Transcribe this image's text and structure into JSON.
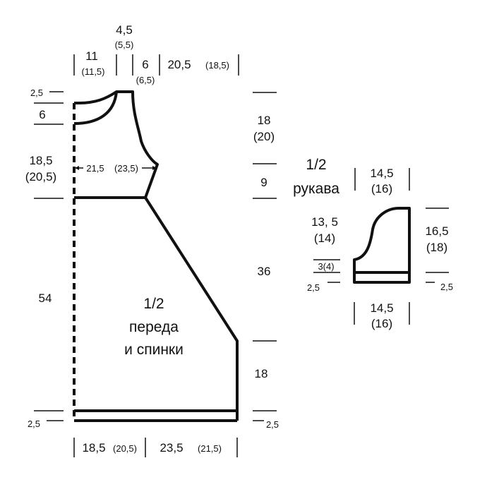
{
  "front_back": {
    "title_line1": "1/2",
    "title_line2": "переда",
    "title_line3": "и спинки",
    "top": {
      "neck_center": "4,5",
      "neck_center_alt": "(5,5)",
      "shoulder_left": "11",
      "shoulder_left_alt": "(11,5)",
      "shoulder_width": "6",
      "shoulder_width_alt": "(6,5)",
      "right_width": "20,5",
      "right_width_alt": "(18,5)"
    },
    "left": {
      "top_band": "2,5",
      "neck_depth": "6",
      "armhole_height": "18,5",
      "armhole_height_alt": "(20,5)",
      "body_height": "54",
      "bottom_band": "2,5"
    },
    "inner": {
      "chest_half": "21,5",
      "chest_half_alt": "(23,5)"
    },
    "right": {
      "armhole_depth": "18",
      "armhole_depth_alt": "(20)",
      "underarm": "9",
      "side_slope": "36",
      "side_straight": "18",
      "bottom_band": "2,5"
    },
    "bottom": {
      "left_width": "18,5",
      "left_width_alt": "(20,5)",
      "right_width": "23,5",
      "right_width_alt": "(21,5)"
    }
  },
  "sleeve": {
    "title_line1": "1/2",
    "title_line2": "рукава",
    "top_width": "14,5",
    "top_width_alt": "(16)",
    "cap_height": "13, 5",
    "cap_height_alt": "(14)",
    "cuff_left": "3(4)",
    "band_left": "2,5",
    "total_height": "16,5",
    "total_height_alt": "(18)",
    "band_right": "2,5",
    "bottom_width": "14,5",
    "bottom_width_alt": "(16)"
  }
}
